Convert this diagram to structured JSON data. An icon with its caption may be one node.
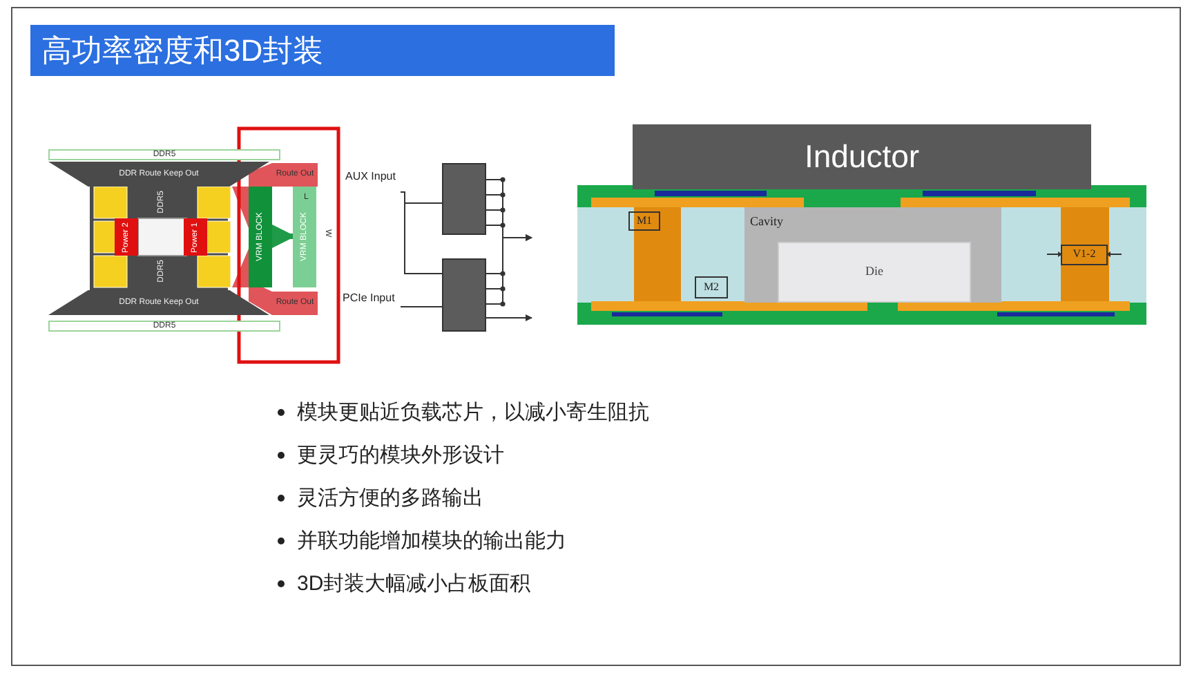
{
  "diagram": {
    "title": "高功率密度和3D封装",
    "nodes": [
      {
        "text": [
          "DDR5"
        ]
      },
      {
        "text": [
          "DDR Route Keep Out"
        ]
      },
      {
        "text": [
          "Power 2"
        ]
      },
      {
        "text": [
          "Power 1"
        ]
      },
      {
        "text": [
          "Route Out"
        ]
      },
      {
        "text": [
          "VRM BLOCK"
        ]
      },
      {
        "text": [
          "VRM BLOCK"
        ]
      },
      {
        "text": [
          "DDR Route Keep Out"
        ]
      },
      {
        "text": [
          "Route Out"
        ]
      },
      {
        "text": [
          "DDR5"
        ]
      },
      {
        "text": [
          "AUX Input"
        ]
      },
      {
        "text": [
          "PCIe Input"
        ]
      },
      {
        "text": [],
        "shape": "box"
      },
      {
        "text": [],
        "shape": "box"
      },
      {
        "text": [
          "Inductor"
        ]
      },
      {
        "text": [
          "Cavity"
        ]
      },
      {
        "text": [
          "Die"
        ],
        "in": 15
      },
      {
        "text": [
          "M1"
        ]
      },
      {
        "text": [
          "M2"
        ]
      },
      {
        "text": [
          "V1-2"
        ]
      }
    ],
    "edges": [
      {
        "from": 5,
        "to": 6,
        "arrow": "to",
        "style": "thick",
        "color": "#1f9a48"
      },
      {
        "from": 10,
        "to": 12,
        "arrow": "none"
      },
      {
        "from": 10,
        "to": 13,
        "arrow": "none"
      },
      {
        "from": 11,
        "to": 13,
        "arrow": "none"
      },
      {
        "from": 12,
        "to": null,
        "arrow": "to"
      },
      {
        "from": 13,
        "to": null,
        "arrow": "to"
      },
      {
        "from": 13,
        "to": null,
        "arrow": "to"
      }
    ],
    "labels": [
      "DDR5",
      "DDR5",
      "L",
      "W",
      "模块更贴近负载芯片，以减小寄生阻抗",
      "更灵巧的模块外形设计",
      "灵活方便的多路输出",
      "并联功能增加模块的输出能力",
      "3D封装大幅减小占板面积"
    ]
  }
}
